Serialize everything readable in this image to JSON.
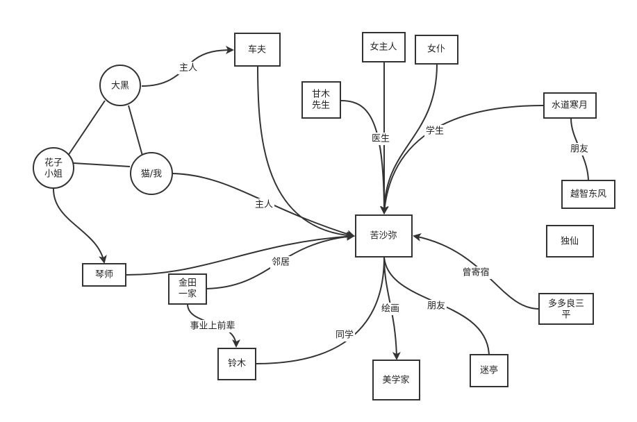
{
  "nodes": {
    "kushami": "苦沙弥",
    "shafu": "车夫",
    "onna_shujin": "女主人",
    "jochu": "女仆",
    "amaki_1": "甘木",
    "amaki_2": "先生",
    "mizushima": "水道寒月",
    "ochi": "越智东风",
    "dokusen": "独仙",
    "taguro": "大黑",
    "hanako_1": "花子",
    "hanako_2": "小姐",
    "neko": "猫/我",
    "kotoshi": "琴师",
    "kaneda_1": "金田",
    "kaneda_2": "一家",
    "suzuki": "铃木",
    "bigakusha": "美学家",
    "meitei": "迷亭",
    "tatara_1": "多多良三",
    "tatara_2": "平"
  },
  "edges": {
    "taguro_shafu": "主人",
    "amaki_kushami": "医生",
    "jochu_kushami": "学生",
    "mizushima_ochi": "朋友",
    "neko_kushami": "主人",
    "kaneda_kushami": "邻居",
    "tatara_kushami": "曾寄宿",
    "kaneda_suzuki": "事业上前辈",
    "suzuki_kushami": "同学",
    "kushami_bigakusha": "绘画",
    "kushami_meitei": "朋友"
  }
}
